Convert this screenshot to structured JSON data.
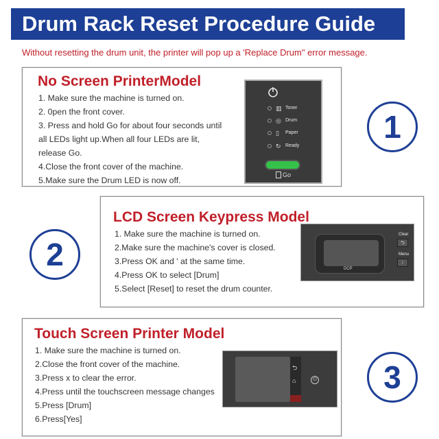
{
  "header": {
    "title": "Drum Rack Reset Procedure Guide",
    "warning": "Without resetting the drum unit, the printer will pop up a 'Replace Drum\" error message."
  },
  "sections": [
    {
      "number": "1",
      "title": "No Screen PrinterModel",
      "steps": [
        "1. Make sure the machine is turned on.",
        "2. 0pen the front cover.",
        "3. Press and hold Go for about four seconds until",
        "all LEDs light up.When all four LEDs are lit,",
        "release Go.",
        "4.Close the front cover of the machine.",
        "5.Make sure the Drum LED is now off."
      ]
    },
    {
      "number": "2",
      "title": "LCD Screen Keypress Model",
      "steps": [
        "1. Make sure the machine is turned on.",
        "2.Make sure the machine's cover is closed.",
        "3.Press OK and ' at the same time.",
        "4.Press OK to select [Drum]",
        "5.Select [Reset] to reset the drum counter."
      ]
    },
    {
      "number": "3",
      "title": "Touch Screen Printer Model",
      "steps": [
        "1. Make sure the machine is turned on.",
        "2.Close the front cover of the machine.",
        "3.Press x to clear the error.",
        "4.Press until the touchscreen message changes",
        "5.Press [Drum]",
        "6.Press[Yes]"
      ]
    }
  ],
  "panel1": {
    "leds": [
      {
        "label": "Toner",
        "icon": "toner-icon"
      },
      {
        "label": "Drum",
        "icon": "drum-icon"
      },
      {
        "label": "Paper",
        "icon": "paper-icon"
      },
      {
        "label": "Ready",
        "icon": "ready-icon"
      }
    ],
    "go_label": "Go",
    "go_button_color": "#35c24a"
  },
  "panel2": {
    "brand": "DCP",
    "clear_label": "Clear",
    "menu_label": "Menu"
  },
  "colors": {
    "banner": "#1d3f95",
    "accent_red": "#c0202a",
    "circle": "#1d3f95"
  }
}
